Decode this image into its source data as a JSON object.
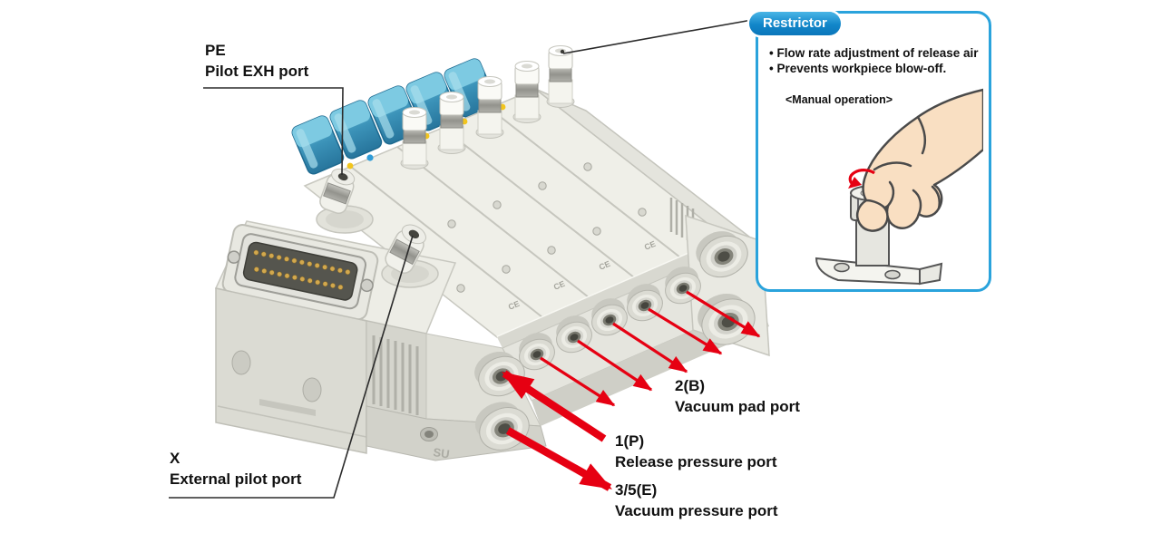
{
  "labels": {
    "pilot_exh": {
      "code": "PE",
      "name": "Pilot EXH port"
    },
    "external_pilot": {
      "code": "X",
      "name": "External pilot port"
    },
    "vacuum_pad": {
      "code": "2(B)",
      "name": "Vacuum pad port"
    },
    "release_pressure": {
      "code": "1(P)",
      "name": "Release pressure port"
    },
    "vacuum_pressure": {
      "code": "3/5(E)",
      "name": "Vacuum pressure port"
    }
  },
  "restrictor_callout": {
    "title": "Restrictor",
    "bullets": [
      "Flow rate adjustment of release air",
      "Prevents workpiece blow-off."
    ],
    "manual_operation": "<Manual operation>"
  },
  "markings": {
    "base": "SU",
    "valve": "CE"
  },
  "colors": {
    "arrow_red": "#e60012",
    "callout_blue": "#2aa3dc",
    "cap_blue": "#4fb0d2"
  }
}
